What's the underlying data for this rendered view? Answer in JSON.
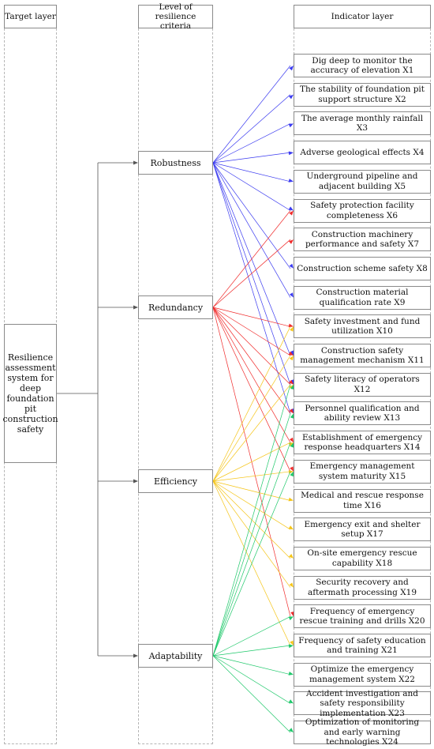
{
  "headers": {
    "target": "Target layer",
    "criteria": "Level of resilience criteria",
    "indicator": "Indicator layer"
  },
  "target": "Resilience assessment system for deep foundation pit construction safety",
  "criteria": [
    "Robustness",
    "Redundancy",
    "Efficiency",
    "Adaptability"
  ],
  "indicators": [
    "Dig deep to monitor the accuracy of elevation X1",
    "The stability of foundation pit support structure  X2",
    "The average monthly rainfall X3",
    "Adverse geological effects X4",
    "Underground pipeline and adjacent building X5",
    "Safety protection facility completeness X6",
    "Construction machinery performance and safety X7",
    "Construction scheme safety X8",
    "Construction material qualification rate X9",
    "Safety investment and fund utilization X10",
    "Construction safety management mechanism X11",
    "Safety literacy of operators X12",
    "Personnel qualification and ability review X13",
    "Establishment of emergency response headquarters X14",
    "Emergency management system maturity X15",
    "Medical and rescue response time X16",
    "Emergency exit and shelter setup X17",
    "On-site emergency rescue capability X18",
    "Security recovery and aftermath processing X19",
    "Frequency of emergency rescue training and drills X20",
    "Frequency of safety education and training X21",
    "Optimize the emergency management system X22",
    "Accident investigation and safety responsibility implementation X23",
    "Optimization of monitoring and early warning technologies X24"
  ],
  "links": [
    {
      "from": 0,
      "color": "#3b3bf0",
      "to": [
        1,
        2,
        3,
        4,
        5,
        6,
        8,
        9,
        11,
        12,
        13
      ]
    },
    {
      "from": 1,
      "color": "#f02a2a",
      "to": [
        6,
        7,
        10,
        11,
        12,
        13,
        14,
        15,
        20
      ]
    },
    {
      "from": 2,
      "color": "#f5c518",
      "to": [
        10,
        11,
        12,
        14,
        15,
        16,
        17,
        18,
        19,
        21
      ]
    },
    {
      "from": 3,
      "color": "#1ec86a",
      "to": [
        12,
        13,
        14,
        15,
        20,
        21,
        22,
        23,
        24
      ]
    }
  ]
}
